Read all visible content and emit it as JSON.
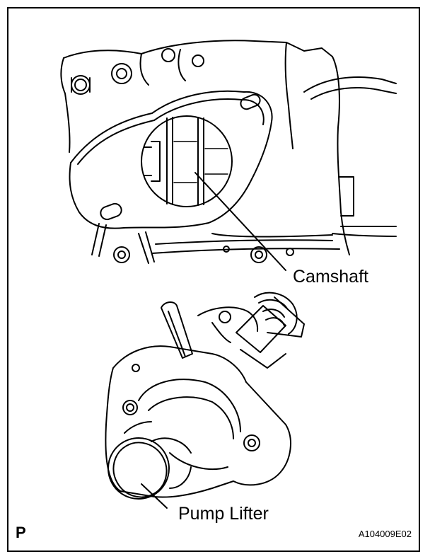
{
  "figure": {
    "corner_letter": "P",
    "figure_id": "A104009E02",
    "callouts": {
      "camshaft": "Camshaft",
      "pump_lifter": "Pump Lifter"
    }
  },
  "colors": {
    "ink": "#000000",
    "paper": "#ffffff"
  }
}
